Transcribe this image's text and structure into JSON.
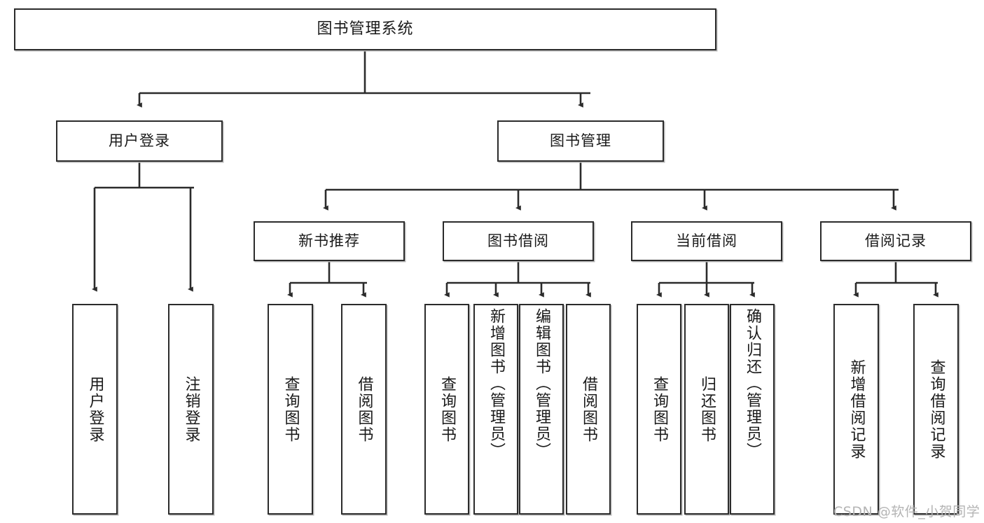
{
  "diagram": {
    "type": "tree-hierarchy-flowchart",
    "title": "图书管理系统",
    "orientation": "top-down",
    "style": {
      "box_fill": "#ffffff",
      "box_stroke": "#2b2b2b",
      "connector_stroke": "#2b2b2b",
      "text_color": "#1a1a1a",
      "page_background": "#ffffff",
      "watermark_color": "#b4b4b4"
    },
    "levels": [
      {
        "level": 1,
        "nodes": [
          {
            "id": "root",
            "label": "图书管理系统",
            "orientation": "horizontal"
          }
        ]
      },
      {
        "level": 2,
        "nodes": [
          {
            "id": "login",
            "label": "用户登录",
            "parent": "root",
            "orientation": "horizontal"
          },
          {
            "id": "bookmgmt",
            "label": "图书管理",
            "parent": "root",
            "orientation": "horizontal"
          }
        ]
      },
      {
        "level": 3,
        "nodes": [
          {
            "id": "newbook",
            "label": "新书推荐",
            "parent": "bookmgmt",
            "orientation": "horizontal"
          },
          {
            "id": "borrow",
            "label": "图书借阅",
            "parent": "bookmgmt",
            "orientation": "horizontal"
          },
          {
            "id": "current",
            "label": "当前借阅",
            "parent": "bookmgmt",
            "orientation": "horizontal"
          },
          {
            "id": "records",
            "label": "借阅记录",
            "parent": "bookmgmt",
            "orientation": "horizontal"
          }
        ]
      },
      {
        "level": 4,
        "nodes": [
          {
            "id": "leaf-user-login",
            "label": "用户登录",
            "parent": "login",
            "orientation": "vertical"
          },
          {
            "id": "leaf-user-logout",
            "label": "注销登录",
            "parent": "login",
            "orientation": "vertical"
          },
          {
            "id": "leaf-nb-query",
            "label": "查询图书",
            "parent": "newbook",
            "orientation": "vertical"
          },
          {
            "id": "leaf-nb-borrow",
            "label": "借阅图书",
            "parent": "newbook",
            "orientation": "vertical"
          },
          {
            "id": "leaf-bo-query",
            "label": "查询图书",
            "parent": "borrow",
            "orientation": "vertical"
          },
          {
            "id": "leaf-bo-add",
            "label": "新增图书（管理员）",
            "parent": "borrow",
            "orientation": "vertical"
          },
          {
            "id": "leaf-bo-edit",
            "label": "编辑图书（管理员）",
            "parent": "borrow",
            "orientation": "vertical"
          },
          {
            "id": "leaf-bo-borrow",
            "label": "借阅图书",
            "parent": "borrow",
            "orientation": "vertical"
          },
          {
            "id": "leaf-cu-query",
            "label": "查询图书",
            "parent": "current",
            "orientation": "vertical"
          },
          {
            "id": "leaf-cu-return",
            "label": "归还图书",
            "parent": "current",
            "orientation": "vertical"
          },
          {
            "id": "leaf-cu-confirm",
            "label": "确认归还（管理员）",
            "parent": "current",
            "orientation": "vertical"
          },
          {
            "id": "leaf-re-add",
            "label": "新增借阅记录",
            "parent": "records",
            "orientation": "vertical"
          },
          {
            "id": "leaf-re-query",
            "label": "查询借阅记录",
            "parent": "records",
            "orientation": "vertical"
          }
        ]
      }
    ]
  },
  "watermark": {
    "text": "CSDN @软件_小贺同学"
  }
}
